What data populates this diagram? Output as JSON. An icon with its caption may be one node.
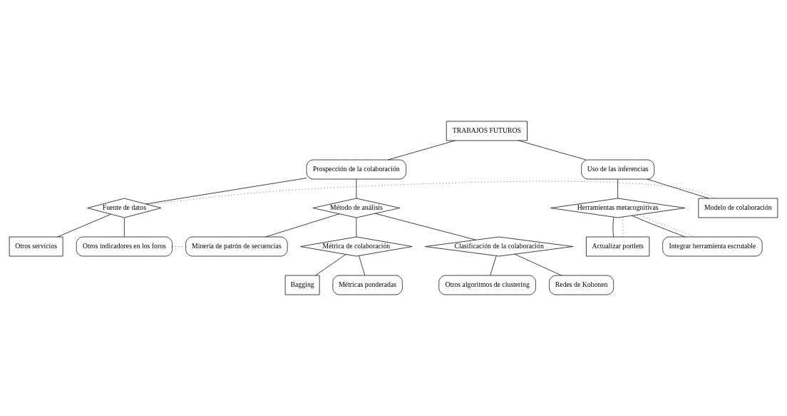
{
  "diagram": {
    "nodes": [
      {
        "text": [
          "TRABAJOS FUTUROS"
        ]
      },
      {
        "text": [
          "Prospección de la colaboración"
        ]
      },
      {
        "text": [
          "Uso de las inferencias"
        ]
      },
      {
        "text": [
          "Fuente de datos"
        ]
      },
      {
        "text": [
          "Método de análisis"
        ]
      },
      {
        "text": [
          "Minería de patrón de secuencias"
        ]
      },
      {
        "text": [
          "Herramientas metacognitivas"
        ]
      },
      {
        "text": [
          "Otros servicios"
        ]
      },
      {
        "text": [
          "Otros indicadores en los foros"
        ]
      },
      {
        "text": [
          "Modelo de colaboración"
        ]
      },
      {
        "text": [
          "Métrica de colaboración"
        ]
      },
      {
        "text": [
          "Clasificación de la colaboración"
        ]
      },
      {
        "text": [
          "Bagging"
        ]
      },
      {
        "text": [
          "Métricas ponderadas"
        ]
      },
      {
        "text": [
          "Otros algoritmos de clustering"
        ]
      },
      {
        "text": [
          "Redes de Kohonen"
        ]
      },
      {
        "text": [
          "Actualizar portlets"
        ]
      },
      {
        "text": [
          "Integrar herramienta escrutable"
        ]
      }
    ],
    "edges": [
      {
        "from": 0,
        "to": 1,
        "arrow": "none"
      },
      {
        "from": 0,
        "to": 2,
        "arrow": "none"
      },
      {
        "from": 1,
        "to": 3,
        "arrow": "none"
      },
      {
        "from": 1,
        "to": 4,
        "arrow": "none"
      },
      {
        "from": 3,
        "to": 7,
        "arrow": "none"
      },
      {
        "from": 3,
        "to": 8,
        "arrow": "none"
      },
      {
        "from": 4,
        "to": 5,
        "arrow": "none"
      },
      {
        "from": 4,
        "to": 10,
        "arrow": "none"
      },
      {
        "from": 4,
        "to": 11,
        "arrow": "none"
      },
      {
        "from": 2,
        "to": 6,
        "arrow": "none"
      },
      {
        "from": 2,
        "to": 9,
        "arrow": "none"
      },
      {
        "from": 10,
        "to": 12,
        "arrow": "none"
      },
      {
        "from": 10,
        "to": 13,
        "arrow": "none"
      },
      {
        "from": 11,
        "to": 14,
        "arrow": "none"
      },
      {
        "from": 11,
        "to": 15,
        "arrow": "none"
      },
      {
        "from": 6,
        "to": 16,
        "arrow": "none"
      },
      {
        "from": 6,
        "to": 17,
        "arrow": "none"
      },
      {
        "from": 3,
        "to": 9,
        "arrow": "none",
        "style": "dashed"
      },
      {
        "from": 8,
        "to": 5,
        "arrow": "none",
        "style": "dashed"
      },
      {
        "from": 6,
        "to": 16,
        "arrow": "none",
        "style": "dashed"
      },
      {
        "from": 6,
        "to": 17,
        "arrow": "none",
        "style": "dashed"
      }
    ]
  }
}
